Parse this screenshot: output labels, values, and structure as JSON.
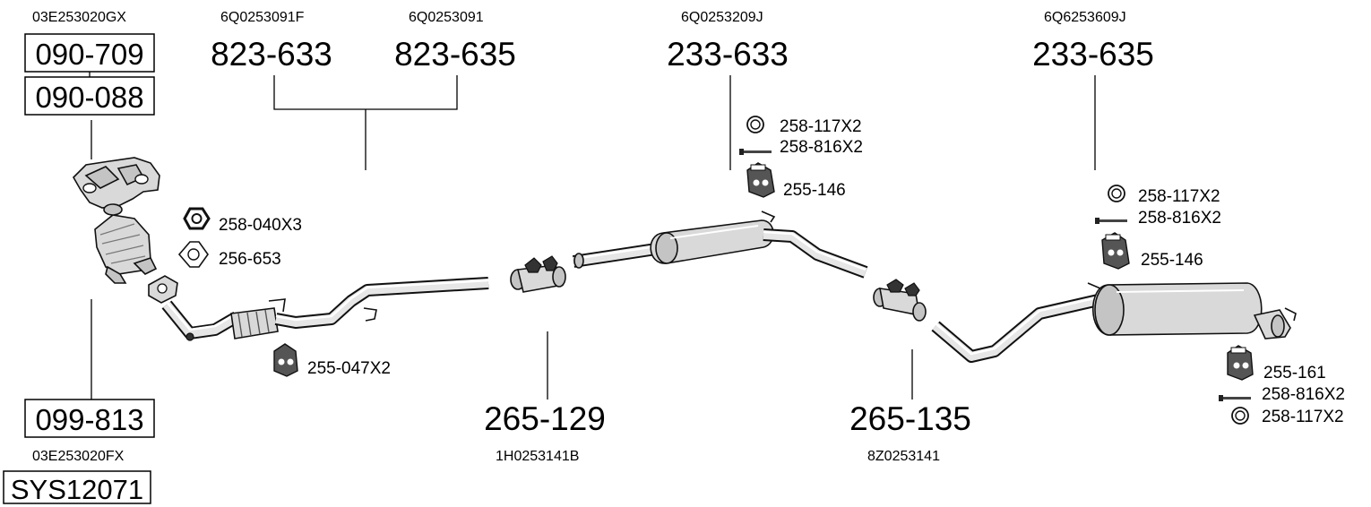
{
  "system_code": "SYS12071",
  "oem": {
    "manifold_top": "03E253020GX",
    "manifold_bottom": "03E253020FX",
    "front_a": "6Q0253091F",
    "front_b": "6Q0253091",
    "middle": "6Q0253209J",
    "rear": "6Q6253609J",
    "clamp_1": "1H0253141B",
    "clamp_2": "8Z0253141"
  },
  "parts": {
    "manifold_1": "090-709",
    "manifold_2": "090-088",
    "catalyst": "099-813",
    "front_a": "823-633",
    "front_b": "823-635",
    "middle": "233-633",
    "rear": "233-635",
    "clamp_1": "265-129",
    "clamp_2": "265-135"
  },
  "accessories": {
    "nut": "258-040X3",
    "gasket": "256-653",
    "front_hanger": "255-047X2",
    "mid_ring": "258-117X2",
    "mid_bolt": "258-816X2",
    "mid_hanger": "255-146",
    "rear_ring": "258-117X2",
    "rear_bolt": "258-816X2",
    "rear_hanger": "255-146",
    "tail_hanger": "255-161",
    "tail_bolt": "258-816X2",
    "tail_ring": "258-117X2"
  },
  "icons": {
    "nut": "hex-nut-icon",
    "gasket": "gasket-icon",
    "ring": "ring-icon",
    "bolt": "bolt-icon",
    "hanger": "rubber-hanger-icon",
    "clamp": "pipe-clamp-icon"
  }
}
